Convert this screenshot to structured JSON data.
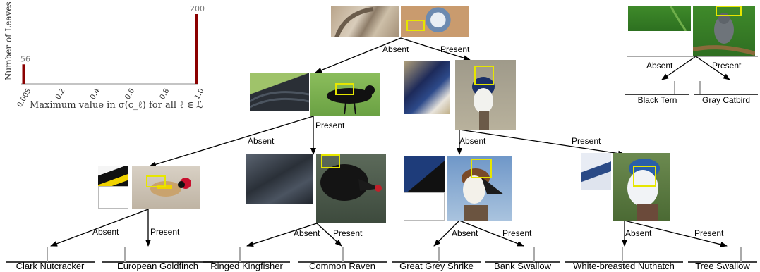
{
  "colors": {
    "bar": "#8b0000",
    "bbox": "#e6e600"
  },
  "chart_data": {
    "type": "bar",
    "xlabel": "Maximum value in σ(c_ℓ) for all ℓ ∈ ℒ",
    "ylabel": "Number of Leaves",
    "xlim": [
      0.005,
      1.0
    ],
    "x_ticks": [
      "0.005",
      "0.2",
      "0.4",
      "0.6",
      "0.8",
      "1.0"
    ],
    "bars": [
      {
        "x": 0.005,
        "value": 56,
        "label": "56"
      },
      {
        "x": 1.0,
        "value": 200,
        "label": "200"
      }
    ],
    "ylim": [
      0,
      200
    ],
    "grid": false,
    "legend": "none"
  },
  "tree": {
    "edge_labels": {
      "absent": "Absent",
      "present": "Present"
    },
    "leaves": [
      "Clark Nutcracker",
      "European Goldfinch",
      "Ringed Kingfisher",
      "Common Raven",
      "Great Grey Shrike",
      "Bank Swallow",
      "White-breasted Nuthatch",
      "Tree Swallow"
    ],
    "inset_leaves": [
      "Black Tern",
      "Gray Catbird"
    ]
  }
}
